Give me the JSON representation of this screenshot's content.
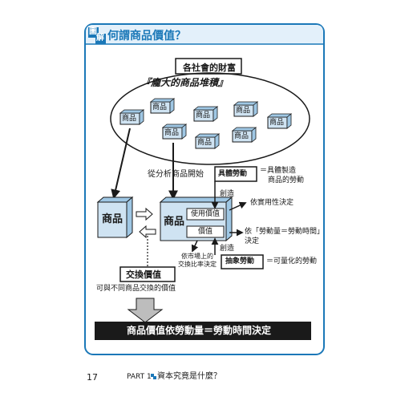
{
  "header": {
    "badge_1": "圖",
    "badge_2": "解",
    "title": "何謂商品價值？"
  },
  "diagram": {
    "wealth_label": "各社會的財富",
    "pile_label": "『龐大的商品堆積』",
    "commodity_small": "商品",
    "analysis_start": "從分析商品開始",
    "commodity_left": "商品",
    "commodity_main": "商品",
    "use_value": "使用價值",
    "value": "價值",
    "concrete_labor": "具體勞動",
    "concrete_labor_desc_1": "＝具體製造",
    "concrete_labor_desc_2": "商品的勞動",
    "creates_1": "創造",
    "creates_2": "創造",
    "utility_determined": "依實用性決定",
    "labor_time_1": "依「勞動量＝勞動時間」",
    "labor_time_2": "決定",
    "abstract_labor": "抽象勞動",
    "abstract_labor_desc": "＝可量化的勞動",
    "market_ratio_1": "依市場上的",
    "market_ratio_2": "交換比率決定",
    "exchange_value": "交換價值",
    "exchange_value_desc": "可與不同商品交換的價值",
    "conclusion": "商品價值依勞動量＝勞動時間決定"
  },
  "footer": {
    "page_number": "17",
    "part": "PART 1",
    "question": "資本究竟是什麼？"
  },
  "colors": {
    "accent": "#1b78b8",
    "header_tint": "#e3f0fa",
    "box_fill": "#cfe3f2",
    "dark_bar": "#1a1a1a",
    "arrow_gray": "#bdbdbd"
  }
}
